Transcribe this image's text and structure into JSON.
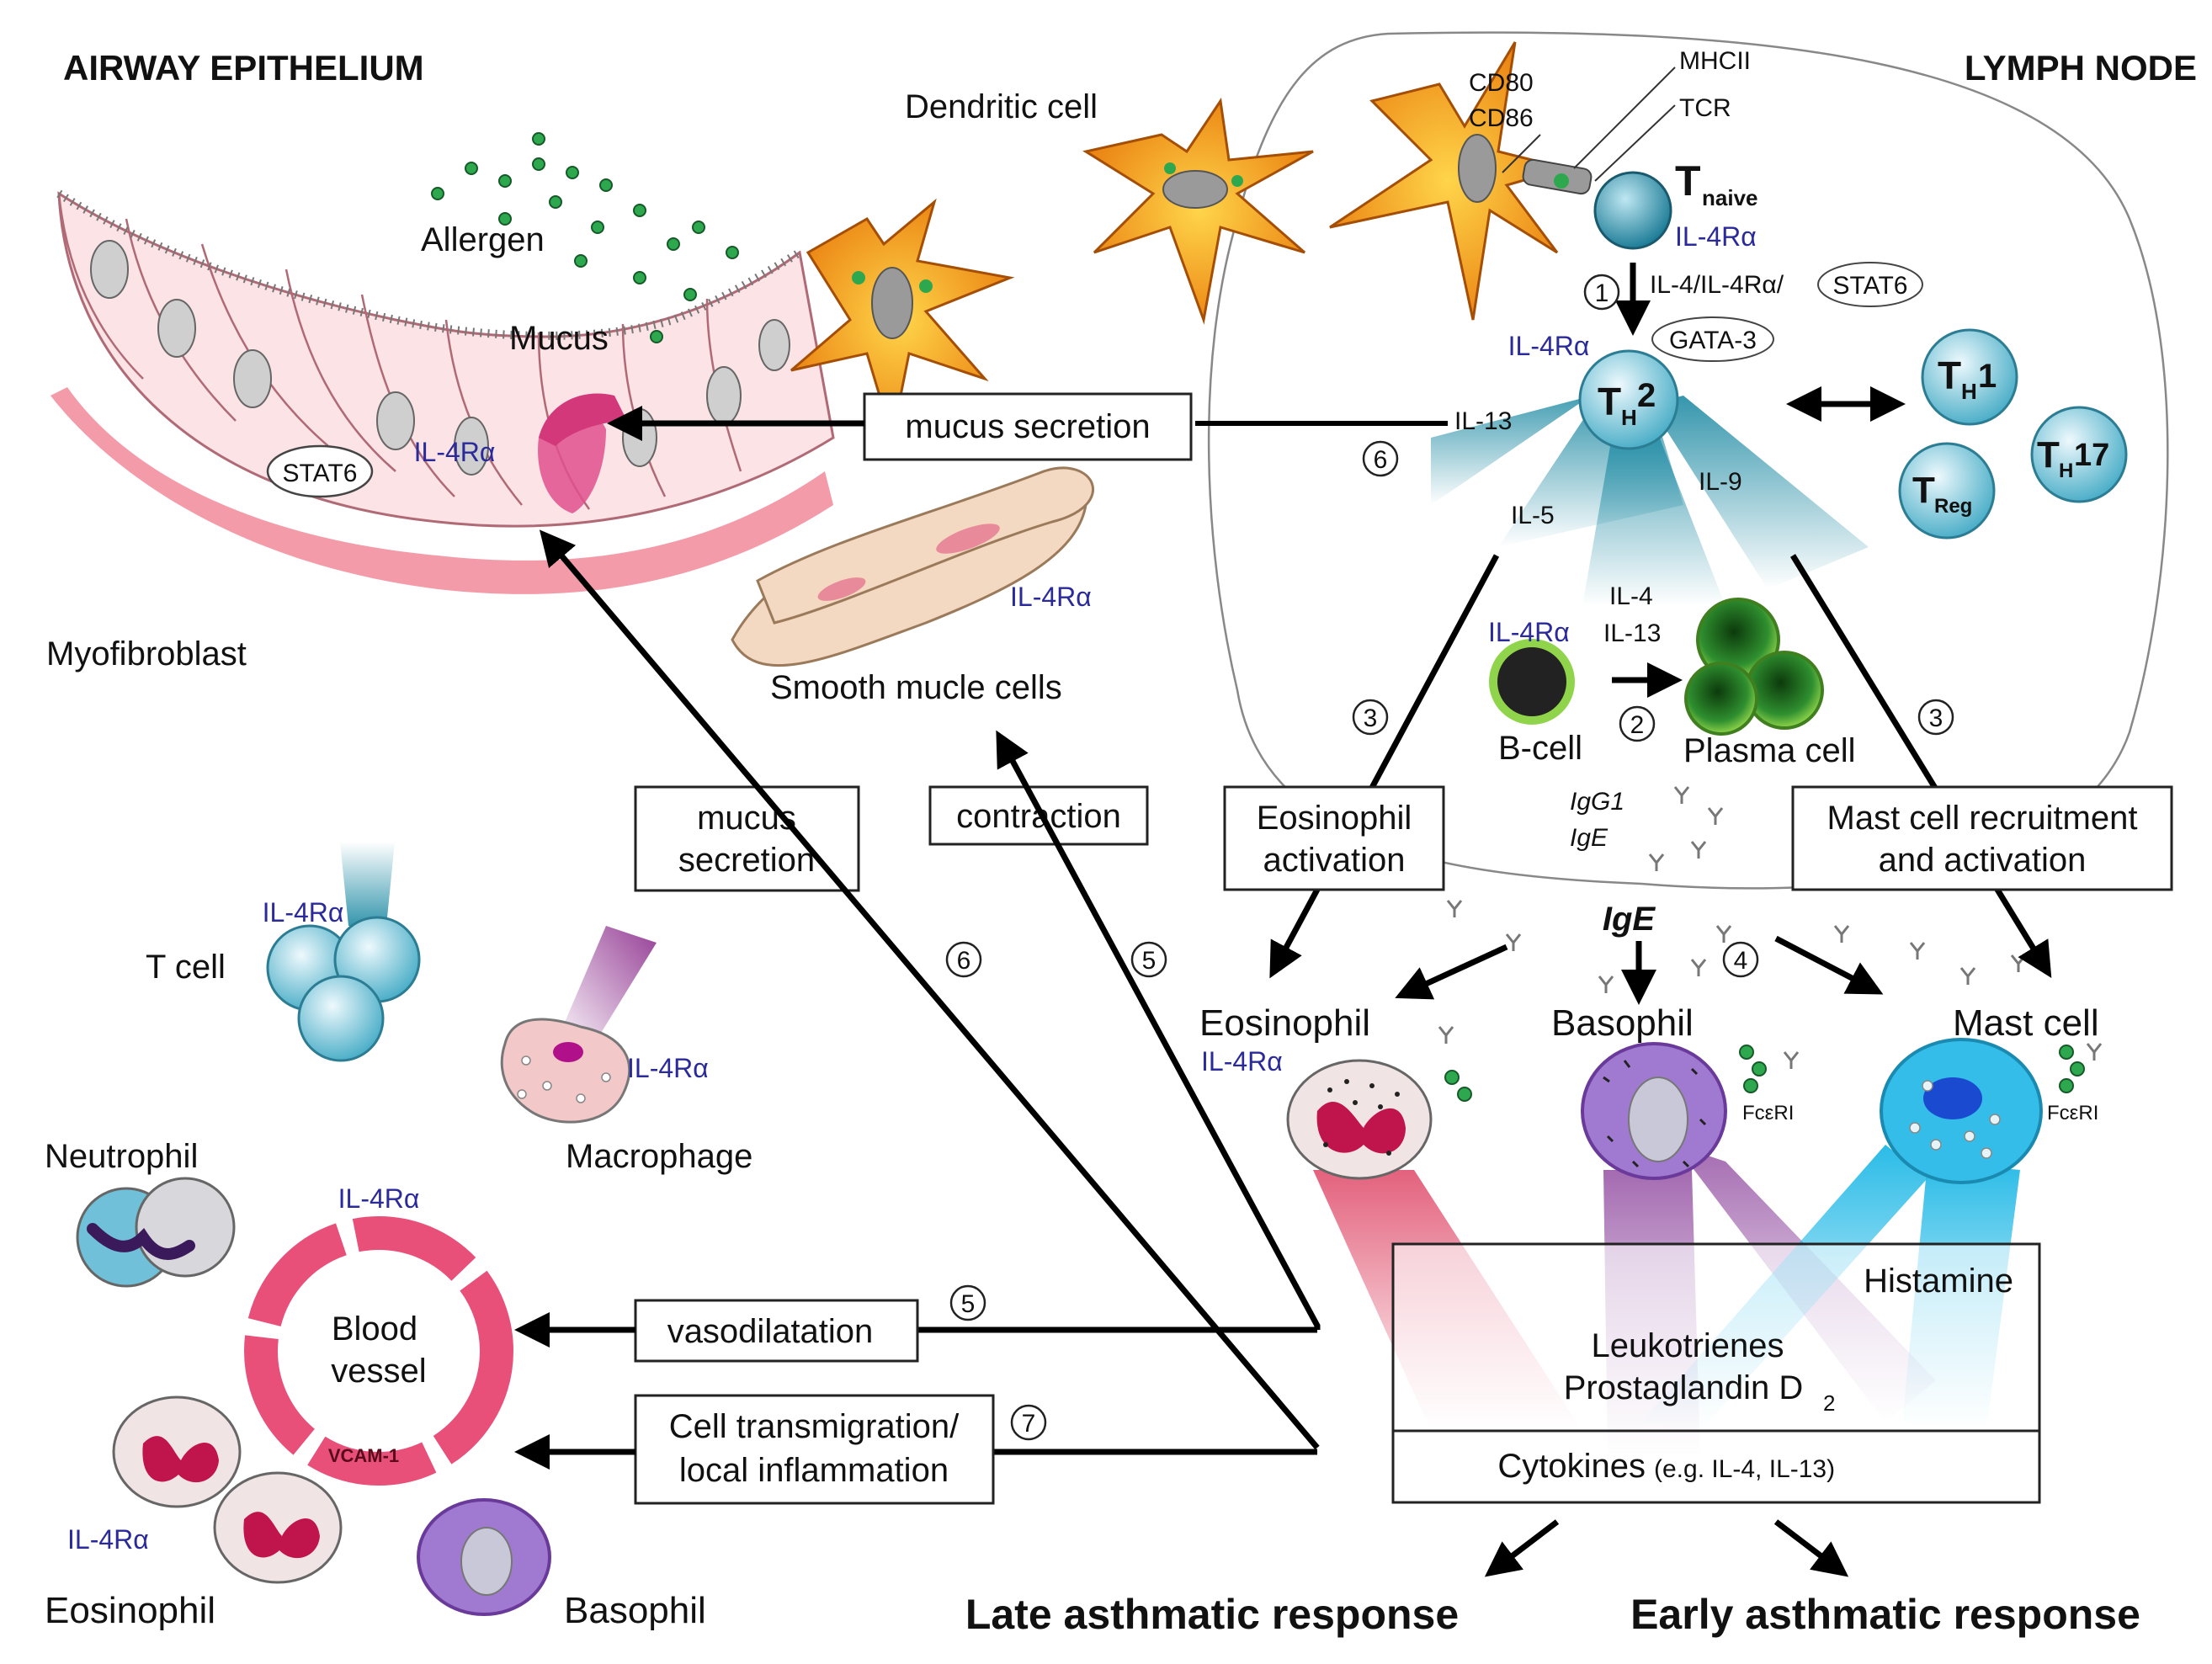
{
  "headings": {
    "airway": "AIRWAY EPITHELIUM",
    "lymph": "LYMPH NODE"
  },
  "cells": {
    "dendritic": "Dendritic cell",
    "allergen": "Allergen",
    "mucus": "Mucus",
    "stat6_airway": "STAT6",
    "il4ra_airway": "IL-4Rα",
    "myofibroblast": "Myofibroblast",
    "smooth_muscle": "Smooth mucle cells",
    "il4ra_smooth": "IL-4Rα",
    "t_cell": "T cell",
    "il4ra_tcell": "IL-4Rα",
    "macrophage": "Macrophage",
    "il4ra_macrophage": "IL-4Rα",
    "neutrophil": "Neutrophil",
    "blood_vessel_1": "Blood",
    "blood_vessel_2": "vessel",
    "il4ra_vessel": "IL-4Rα",
    "vcam": "VCAM-1",
    "eosinophil_bl": "Eosinophil",
    "il4ra_eos_bl": "IL-4Rα",
    "basophil_bl": "Basophil",
    "eosinophil": "Eosinophil",
    "il4ra_eos": "IL-4Rα",
    "basophil": "Basophil",
    "mast_cell": "Mast cell",
    "fceri_1": "FcεRI",
    "fceri_2": "FcεRI",
    "b_cell": "B-cell",
    "il4ra_bcell": "IL-4Rα",
    "plasma_cell": "Plasma cell"
  },
  "lymph_node": {
    "cd80": "CD80",
    "cd86": "CD86",
    "mhcii": "MHCII",
    "tcr": "TCR",
    "t_naive_main": "T",
    "t_naive_sub": "naive",
    "il4ra_naive": "IL-4Rα",
    "step1_label": "IL-4/IL-4Rα/",
    "stat6": "STAT6",
    "gata3": "GATA-3",
    "il4ra_th2": "IL-4Rα",
    "th2_main": "T",
    "th2_sub": "H",
    "th2_num": "2",
    "th1_main": "T",
    "th1_sub": "H",
    "th1_num": "1",
    "th17_main": "T",
    "th17_sub": "H",
    "th17_num": "17",
    "treg_main": "T",
    "treg_sub": "Reg",
    "il13": "IL-13",
    "il5": "IL-5",
    "il9": "IL-9",
    "il4_il13_1": "IL-4",
    "il4_il13_2": "IL-13",
    "igg1": "IgG1",
    "ige_small": "IgE",
    "ige": "IgE"
  },
  "boxes": {
    "mucus_secretion_top": "mucus secretion",
    "mucus_secretion_1": "mucus",
    "mucus_secretion_2": "secretion",
    "contraction": "contraction",
    "eos_activation_1": "Eosinophil",
    "eos_activation_2": "activation",
    "mast_recruit_1": "Mast cell recruitment",
    "mast_recruit_2": "and activation",
    "vasodilatation": "vasodilatation",
    "transmigration_1": "Cell transmigration/",
    "transmigration_2": "local inflammation",
    "histamine": "Histamine",
    "leukotrienes": "Leukotrienes",
    "prostaglandin": "Prostaglandin D",
    "prostaglandin_sub": "2",
    "cytokines": "Cytokines",
    "cytokines_eg": "(e.g. IL-4, IL-13)"
  },
  "steps": {
    "s1": "1",
    "s2": "2",
    "s3a": "3",
    "s3b": "3",
    "s4": "4",
    "s5a": "5",
    "s5b": "5",
    "s6a": "6",
    "s6b": "6",
    "s7": "7"
  },
  "responses": {
    "late": "Late asthmatic response",
    "early": "Early asthmatic response"
  }
}
